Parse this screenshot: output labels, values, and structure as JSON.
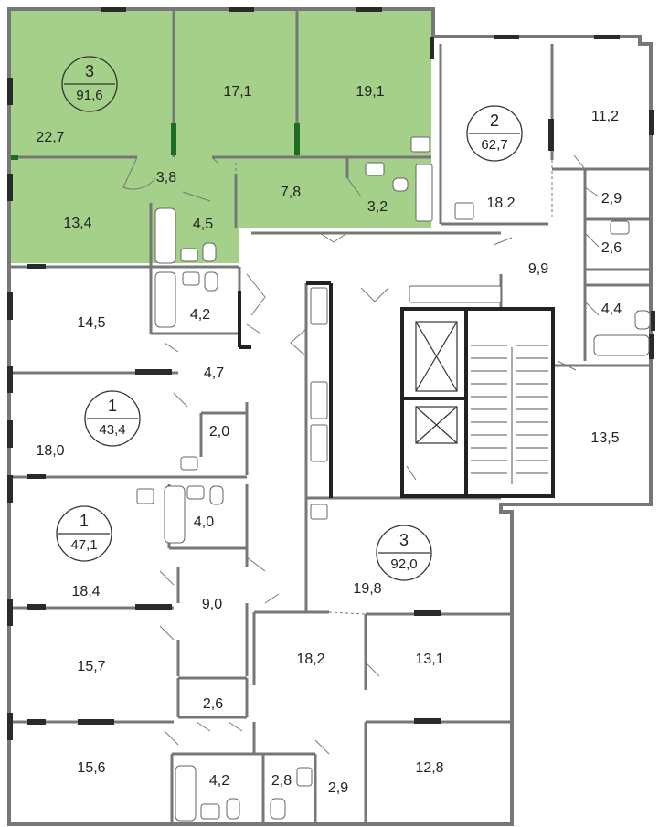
{
  "colors": {
    "highlight": "#a4d08a",
    "wall": "#777777",
    "wall_dark": "#222222",
    "window_dark": "#2a2a2a",
    "green_dark": "#1f6d22"
  },
  "apartments": [
    {
      "rooms": "3",
      "area": "91,6"
    },
    {
      "rooms": "2",
      "area": "62,7"
    },
    {
      "rooms": "1",
      "area": "43,4"
    },
    {
      "rooms": "1",
      "area": "47,1"
    },
    {
      "rooms": "3",
      "area": "92,0"
    }
  ],
  "rooms": [
    "22,7",
    "17,1",
    "19,1",
    "11,2",
    "3,8",
    "7,8",
    "3,2",
    "18,2",
    "13,4",
    "4,5",
    "2,9",
    "2,6",
    "9,9",
    "4,4",
    "14,5",
    "4,2",
    "4,7",
    "18,0",
    "2,0",
    "13,5",
    "4,0",
    "18,4",
    "9,0",
    "19,8",
    "15,7",
    "18,2",
    "13,1",
    "2,6",
    "15,6",
    "4,2",
    "2,8",
    "2,9",
    "12,8"
  ]
}
